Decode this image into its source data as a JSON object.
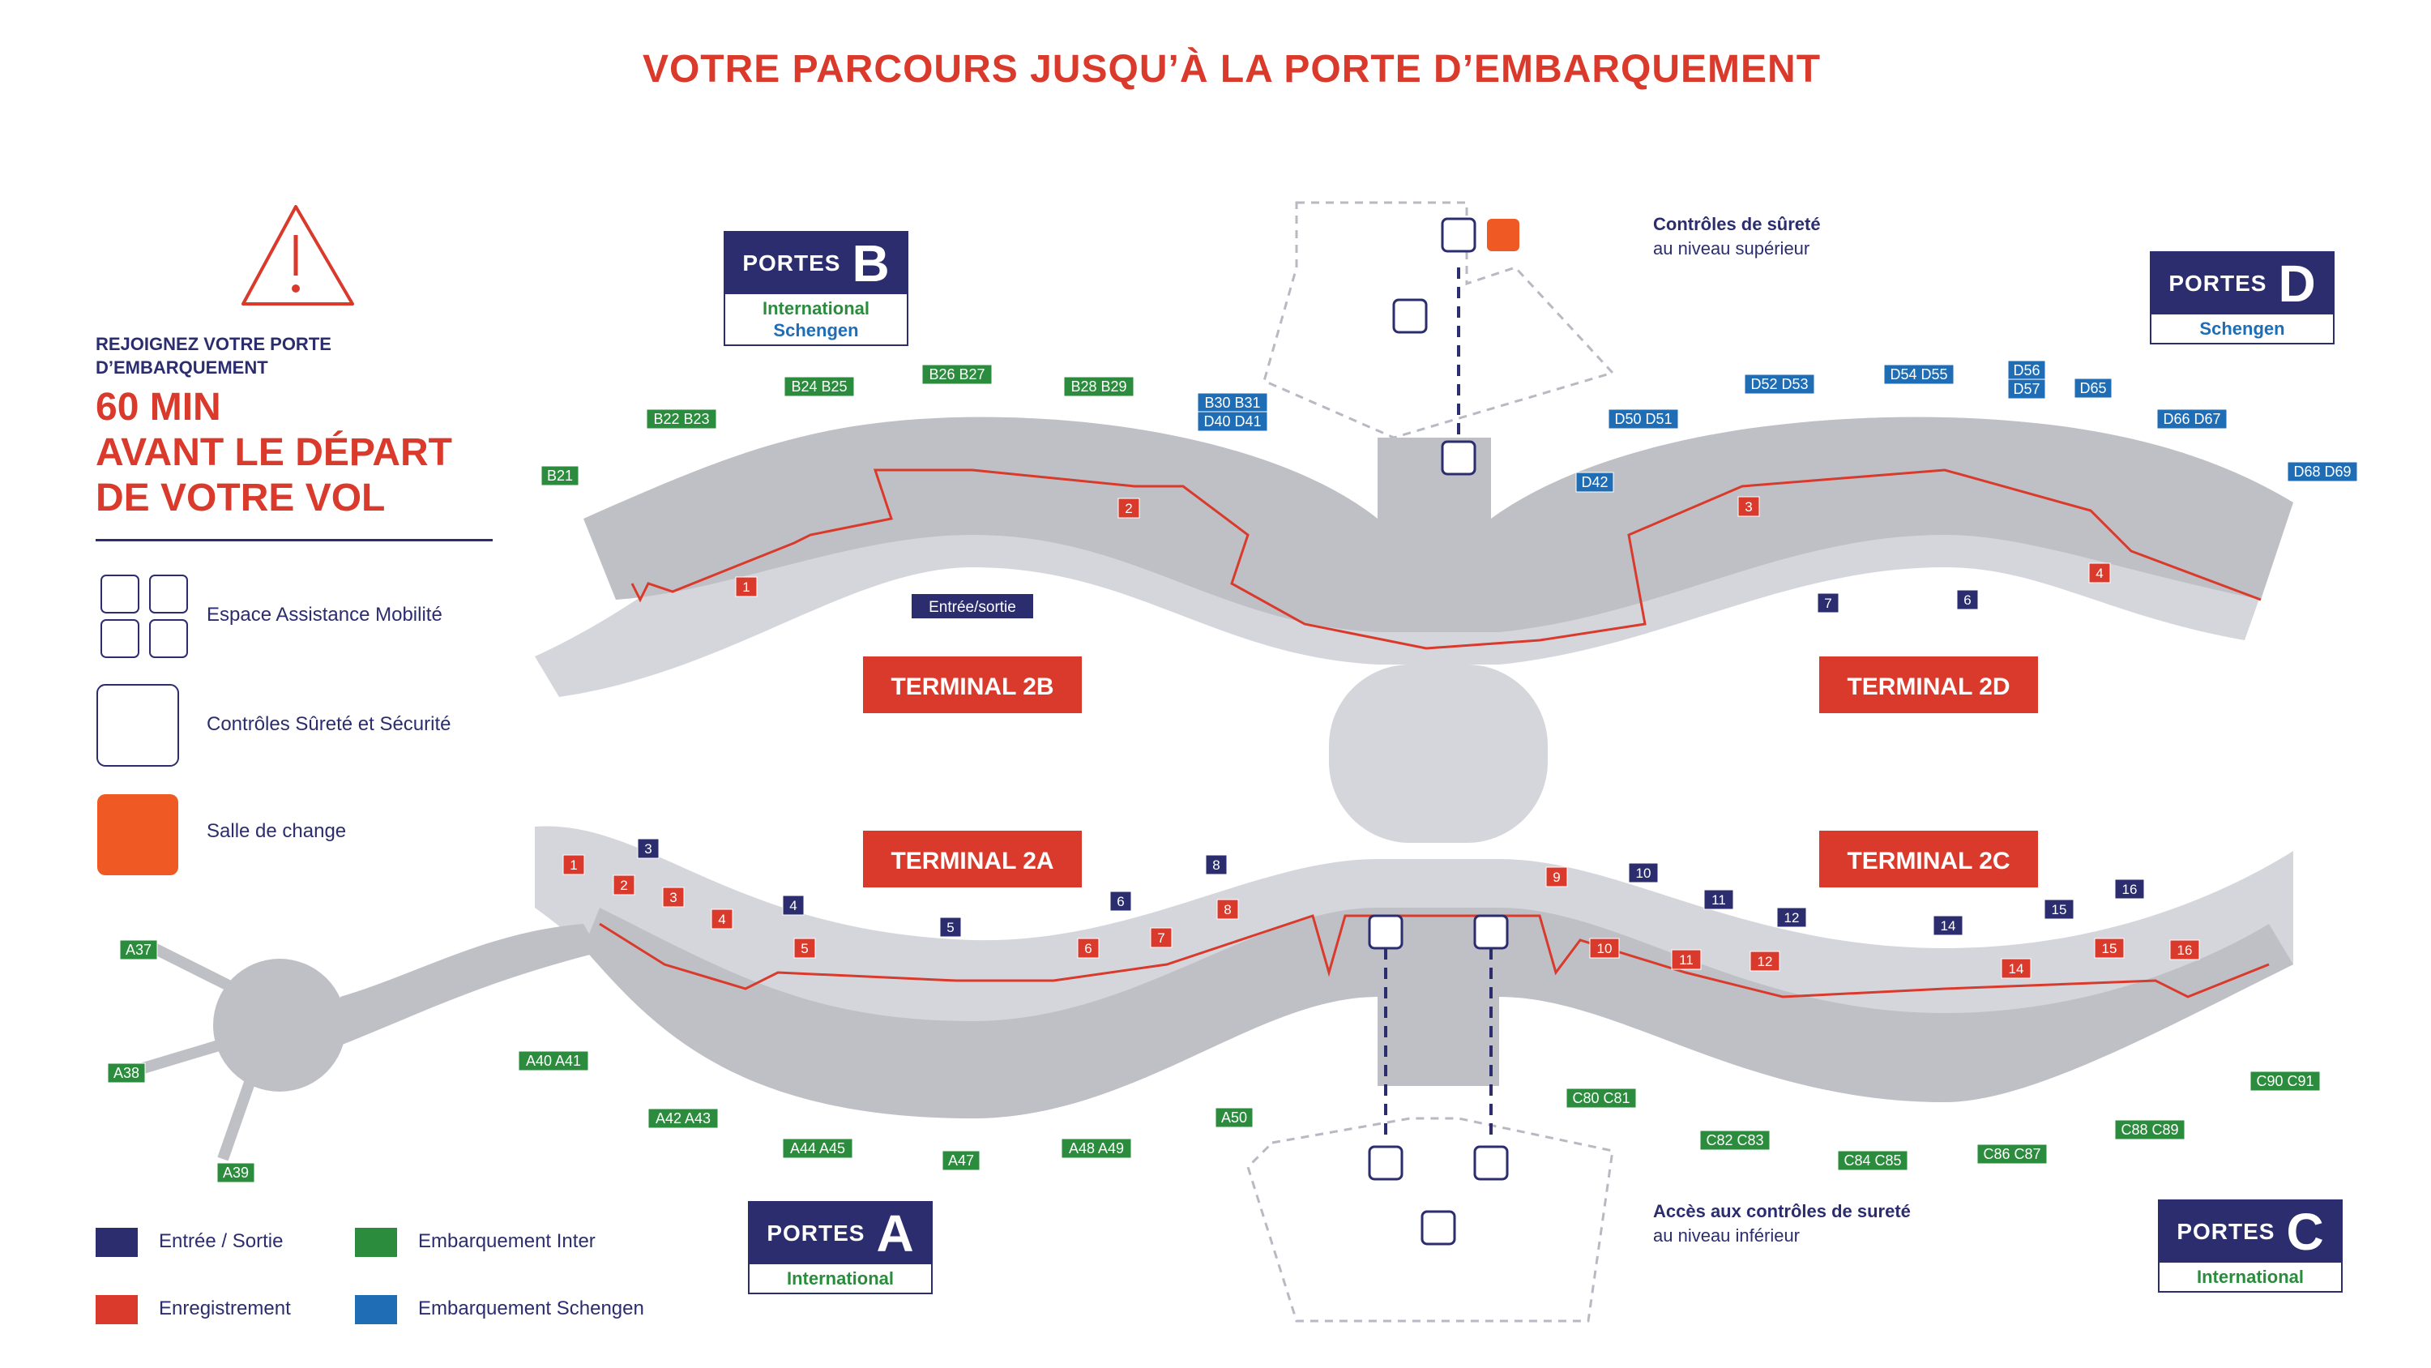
{
  "title": "VOTRE PARCOURS JUSQU’À LA PORTE D’EMBARQUEMENT",
  "warning": {
    "line1": "REJOIGNEZ VOTRE PORTE",
    "line2": "D’EMBARQUEMENT",
    "big1": "60 MIN",
    "big2": "AVANT LE DÉPART",
    "big3": "DE VOTRE VOL"
  },
  "services": {
    "mobility": "Espace Assistance Mobilité",
    "security": "Contrôles Sûreté et Sécurité",
    "changing": "Salle de change"
  },
  "legend": {
    "entry": "Entrée / Sortie",
    "checkin": "Enregistrement",
    "inter": "Embarquement Inter",
    "schengen": "Embarquement Schengen"
  },
  "colors": {
    "entry": "#2b2d6e",
    "checkin": "#d93a2b",
    "inter": "#2a8c3c",
    "schengen": "#1f6db5",
    "terminal": "#d5d6dc",
    "orange": "#ef5a24"
  },
  "portes": {
    "word": "PORTES",
    "A": {
      "letter": "A",
      "sub1": "International",
      "sub2": ""
    },
    "B": {
      "letter": "B",
      "sub1": "International",
      "sub2": "Schengen"
    },
    "C": {
      "letter": "C",
      "sub1": "International",
      "sub2": ""
    },
    "D": {
      "letter": "D",
      "sub1": "Schengen",
      "sub2": ""
    }
  },
  "notes": {
    "upper1": "Contrôles de sûreté",
    "upper2": "au niveau supérieur",
    "lower1": "Accès aux contrôles de sureté",
    "lower2": "au niveau inférieur"
  },
  "terminals": {
    "t2a": "TERMINAL 2A",
    "t2b": "TERMINAL 2B",
    "t2c": "TERMINAL 2C",
    "t2d": "TERMINAL 2D",
    "entree": "Entrée/sortie"
  },
  "gates_inter": [
    "B21",
    "B22 B23",
    "B24 B25",
    "B26 B27",
    "B28 B29",
    "A37",
    "A38",
    "A39",
    "A40 A41",
    "A42 A43",
    "A44 A45",
    "A47",
    "A48 A49",
    "A50",
    "C80 C81",
    "C82 C83",
    "C84 C85",
    "C86 C87",
    "C88 C89",
    "C90 C91"
  ],
  "gates_schengen": [
    "B30 B31",
    "D40 D41",
    "D42",
    "D50 D51",
    "D52 D53",
    "D54 D55",
    "D56",
    "D57",
    "D65",
    "D66 D67",
    "D68 D69"
  ],
  "checkin_numbers": [
    "1",
    "2",
    "3",
    "4",
    "1",
    "2",
    "3",
    "4",
    "5",
    "6",
    "7",
    "8",
    "9",
    "10",
    "11",
    "12",
    "14",
    "15",
    "16"
  ],
  "entry_numbers": [
    "6",
    "7",
    "3",
    "4",
    "5",
    "6",
    "8",
    "10",
    "11",
    "12",
    "14",
    "15",
    "16"
  ]
}
